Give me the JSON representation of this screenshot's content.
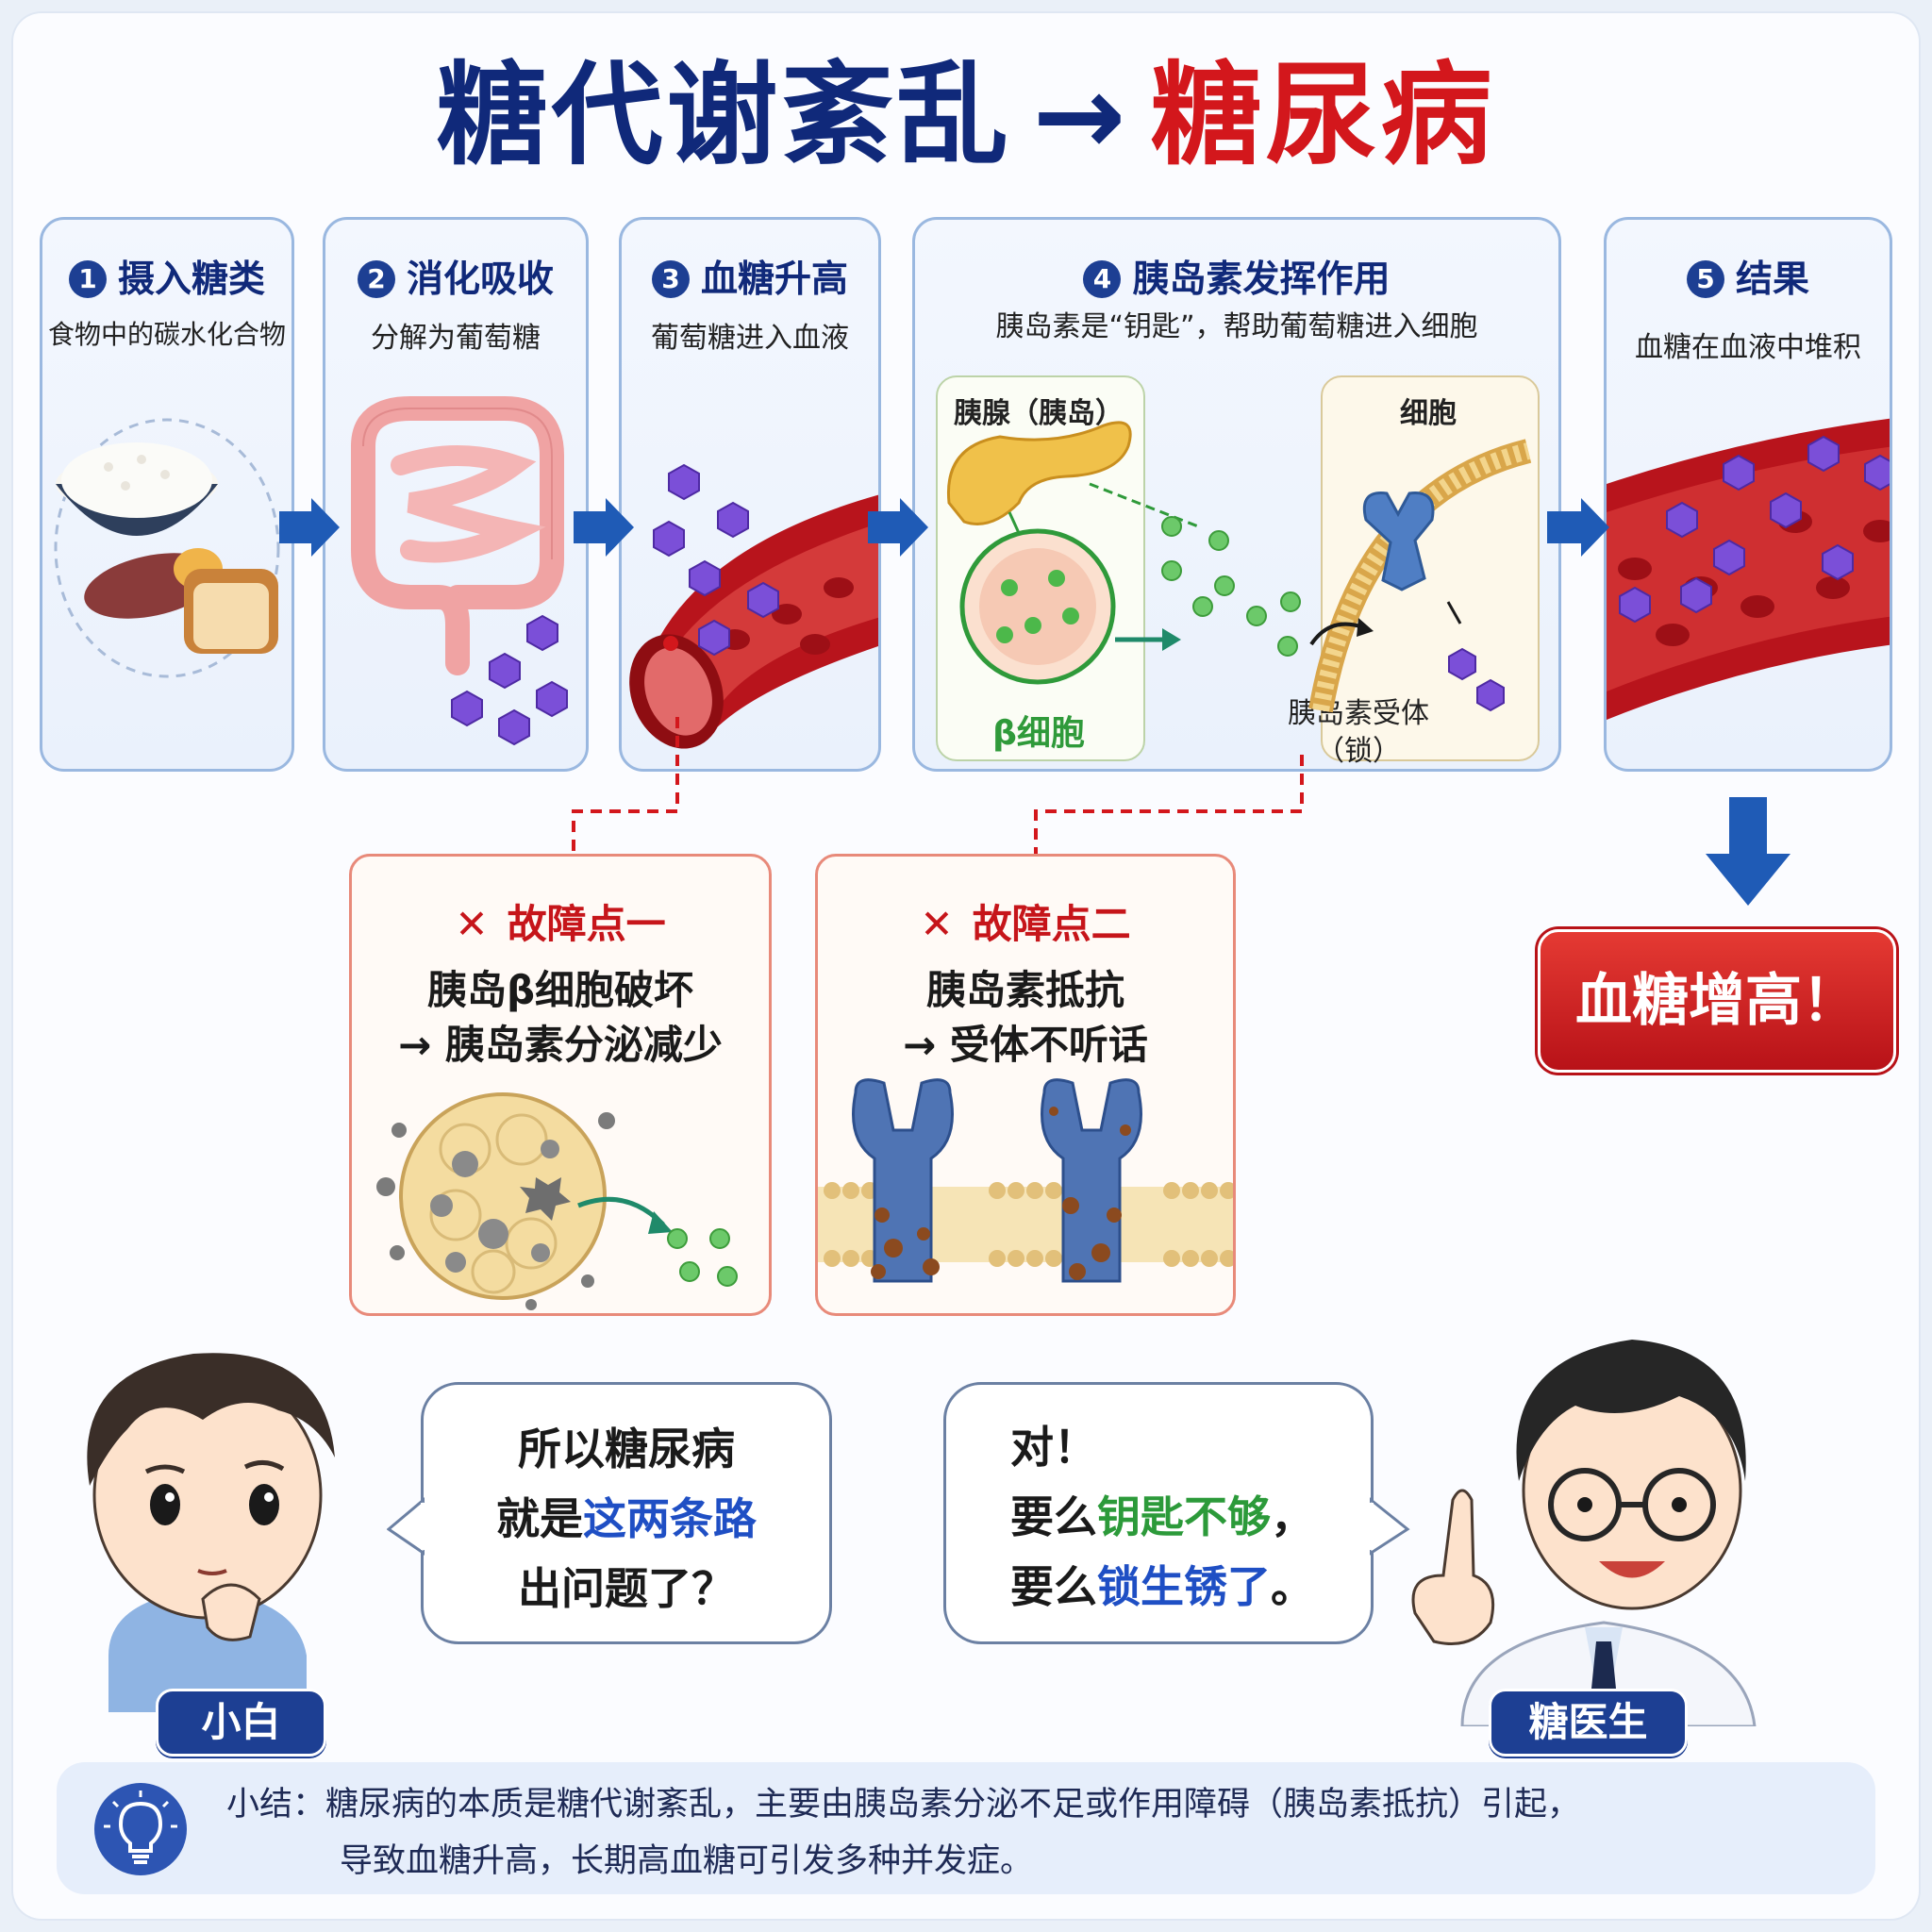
{
  "title": {
    "part1": "糖代谢紊乱",
    "arrow": "→",
    "part2": "糖尿病"
  },
  "steps": [
    {
      "num": "1",
      "title": "摄入糖类",
      "sub": "食物中的碳水化合物"
    },
    {
      "num": "2",
      "title": "消化吸收",
      "sub": "分解为葡萄糖"
    },
    {
      "num": "3",
      "title": "血糖升高",
      "sub": "葡萄糖进入血液"
    },
    {
      "num": "4",
      "title": "胰岛素发挥作用",
      "sub": "胰岛素是“钥匙”，帮助葡萄糖进入细胞",
      "pancreas_label": "胰腺（胰岛）",
      "beta_label": "β细胞",
      "cell_label": "细胞",
      "receptor_label_1": "胰岛素受体",
      "receptor_label_2": "（锁）"
    },
    {
      "num": "5",
      "title": "结果",
      "sub": "血糖在血液中堆积"
    }
  ],
  "result_badge": "血糖增高！",
  "faults": [
    {
      "mark": "✕",
      "title": "故障点一",
      "line1": "胰岛β细胞破坏",
      "line2": "→ 胰岛素分泌减少"
    },
    {
      "mark": "✕",
      "title": "故障点二",
      "line1": "胰岛素抵抗",
      "line2": "→ 受体不听话"
    }
  ],
  "dialog": {
    "student": {
      "name": "小白",
      "line1": "所以糖尿病",
      "line2_pre": "就是",
      "line2_hl": "这两条路",
      "line3": "出问题了？"
    },
    "doctor": {
      "name": "糖医生",
      "line1": "对！",
      "line2_pre": "要么",
      "line2_hl": "钥匙不够",
      "line2_post": "，",
      "line3_pre": "要么",
      "line3_hl": "锁生锈了",
      "line3_post": "。"
    }
  },
  "summary": {
    "line1": "小结：糖尿病的本质是糖代谢紊乱，主要由胰岛素分泌不足或作用障碍（胰岛素抵抗）引起，",
    "line2": "导致血糖升高，长期高血糖可引发多种并发症。"
  },
  "colors": {
    "navy": "#10297a",
    "red": "#d3171c",
    "glucose": "#7b4fd8",
    "insulin": "#4cb84a",
    "blood": "#b8141c",
    "receptor": "#3e6fb5"
  }
}
